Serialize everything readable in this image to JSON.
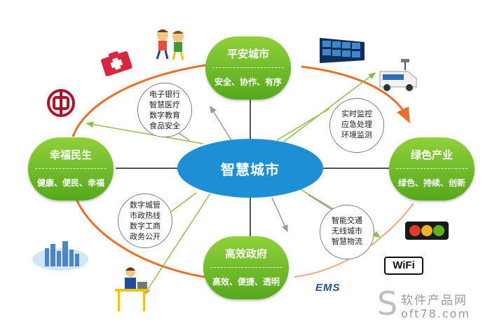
{
  "center": {
    "title": "智慧城市"
  },
  "nodes": {
    "top": {
      "title": "平安城市",
      "subtitle": "安全、协作、有序"
    },
    "left": {
      "title": "幸福民生",
      "subtitle": "健康、便民、幸福"
    },
    "right": {
      "title": "绿色产业",
      "subtitle": "绿色、持续、创新"
    },
    "bottom": {
      "title": "高效政府",
      "subtitle": "高效、便捷、透明"
    }
  },
  "bubbles": {
    "upper_left": [
      "电子银行",
      "智慧医疗",
      "数字教育",
      "食品安全"
    ],
    "upper_right": [
      "实时监控",
      "应急处理",
      "环境监测"
    ],
    "lower_left": [
      "数字城管",
      "市政热线",
      "数字工商",
      "政务公开"
    ],
    "lower_right": [
      "智能交通",
      "无线城市",
      "智慧物流"
    ]
  },
  "logos": {
    "ems": "EMS",
    "wifi": "WiFi"
  },
  "watermark": {
    "line1": "软件产品网",
    "line2": "oft78.com",
    "letter": "S"
  },
  "colors": {
    "green": "#5db021",
    "blue": "#1e8fd4",
    "orange": "#e8712a",
    "arrow": "#8cc04a"
  }
}
